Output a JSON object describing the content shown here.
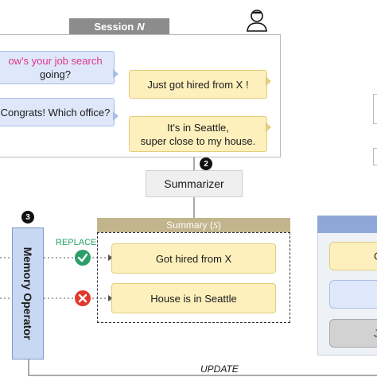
{
  "session": {
    "label": "Session",
    "index": "N"
  },
  "dialogue": {
    "q1_highlight": "ow's your job search",
    "q1_rest": "going?",
    "a1": "Just got hired from X !",
    "q2": "Congrats! Which office?",
    "a2_line1": "It's in Seattle,",
    "a2_line2": "super close to my house."
  },
  "steps": {
    "summarizer_num": "2",
    "memory_num": "3"
  },
  "summarizer": {
    "label": "Summarizer"
  },
  "memory_operator": {
    "label": "Memory Operator"
  },
  "summary": {
    "header_label": "Summary (",
    "header_symbol": "S",
    "header_close": ")",
    "items": [
      "Got hired from X",
      "House is in Seattle"
    ]
  },
  "operations": {
    "replace": "REPLACE",
    "update": "UPDATE"
  },
  "right_panel": {
    "items": [
      "C",
      "",
      "J"
    ]
  },
  "colors": {
    "user_bubble": "#fdf0bd",
    "assistant_bubble": "#dfe8fb",
    "memory_operator": "#c9d8f2",
    "summary_header": "#c2b58d",
    "check": "#2c9f68",
    "cross": "#e0392b"
  }
}
